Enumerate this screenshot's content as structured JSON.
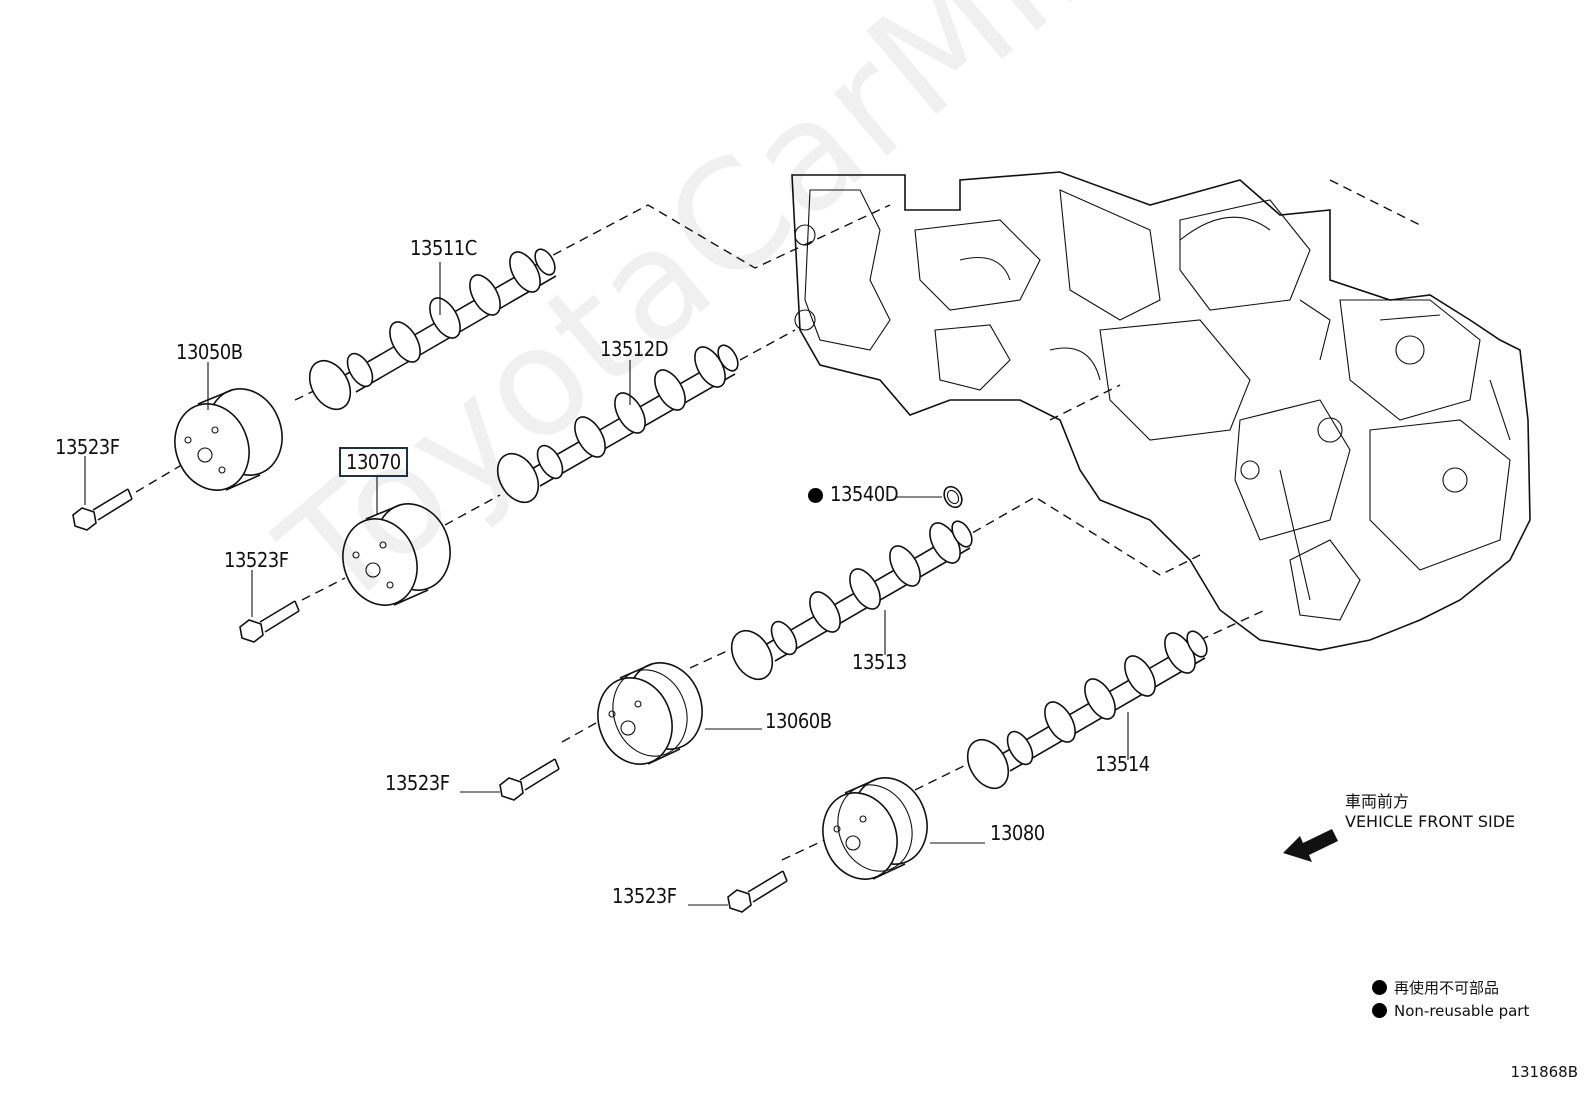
{
  "diagram": {
    "callouts": {
      "p13511c": "13511C",
      "p13050b": "13050B",
      "p13523f_a": "13523F",
      "p13512d": "13512D",
      "p13070": "13070",
      "p13523f_b": "13523F",
      "p13540d": "13540D",
      "p13513": "13513",
      "p13060b": "13060B",
      "p13523f_c": "13523F",
      "p13514": "13514",
      "p13080": "13080",
      "p13523f_d": "13523F"
    },
    "highlighted_part": "13070",
    "direction": {
      "label_jp": "車両前方",
      "label_en": "VEHICLE FRONT SIDE"
    },
    "legend": {
      "jp": "再使用不可部品",
      "en": "Non-reusable part"
    },
    "watermark": "ToyotaCarMine.ru",
    "diagram_number": "131868B"
  }
}
